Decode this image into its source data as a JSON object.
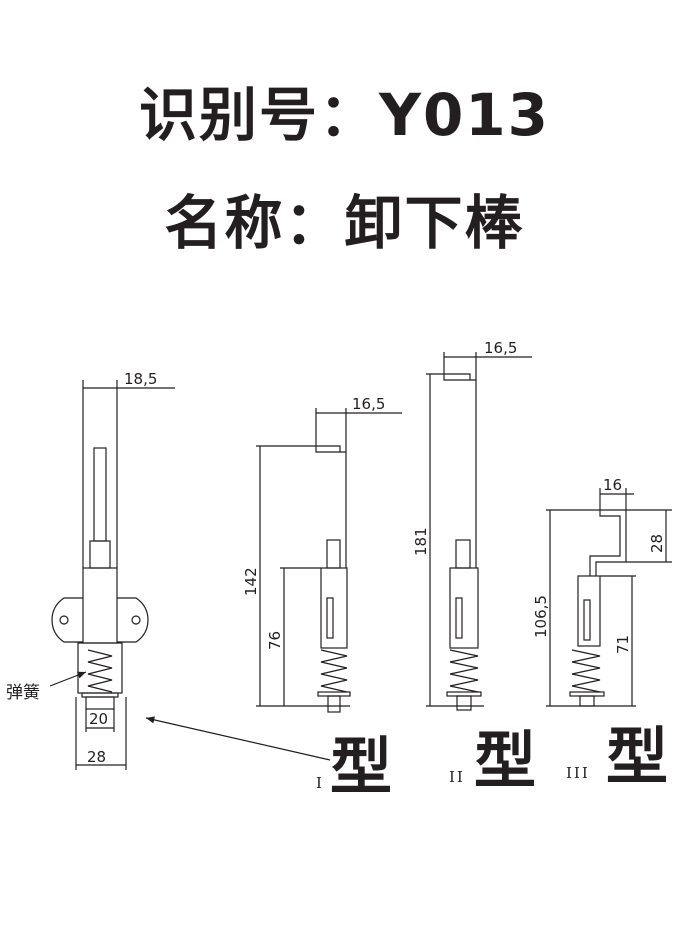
{
  "header": {
    "id_line": "识别号：Y013",
    "name_line": "名称：卸下棒"
  },
  "drawing": {
    "main_view": {
      "dim_width_top": "18,5",
      "dim_inner": "20",
      "dim_outer": "28",
      "spring_label": "弹簧"
    },
    "type_1": {
      "roman": "I",
      "label": "型",
      "dim_hook": "16,5",
      "dim_total": "142",
      "dim_lower": "76"
    },
    "type_2": {
      "roman": "II",
      "label": "型",
      "dim_hook": "16,5",
      "dim_total": "181"
    },
    "type_3": {
      "roman": "III",
      "label": "型",
      "dim_hook": "16",
      "dim_drop": "28",
      "dim_total": "106,5",
      "dim_lower": "71"
    }
  }
}
